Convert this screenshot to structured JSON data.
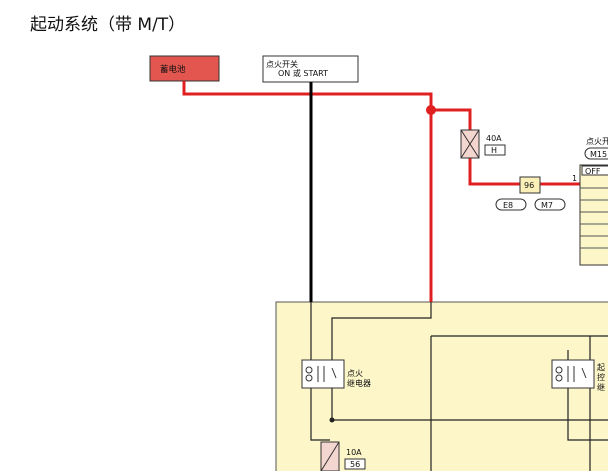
{
  "title": "起动系统（带 M/T）",
  "battery": {
    "label": "蓄电池"
  },
  "ignition_switch": {
    "label_line1": "点火开关",
    "label_line2": "ON 或 START"
  },
  "fuse_40a": {
    "rating": "40A",
    "code": "H"
  },
  "connector_96": {
    "pin": "96"
  },
  "connector_tags": [
    "E8",
    "M7"
  ],
  "right_switch": {
    "label": "点火开",
    "connector": "M15",
    "position": "OFF",
    "pin": "1"
  },
  "ignition_relay": {
    "label_line1": "点火",
    "label_line2": "继电器"
  },
  "right_relay": {
    "label_line1": "起",
    "label_line2": "控",
    "label_line3": "继"
  },
  "fuse_10a": {
    "rating": "10A",
    "code": "56"
  },
  "colors": {
    "power_wire": "#e02020",
    "signal_wire": "#000000",
    "module_fill": "#fdf6c9",
    "battery_fill": "#e2564f",
    "connector_fill": "#fbf0b8"
  }
}
